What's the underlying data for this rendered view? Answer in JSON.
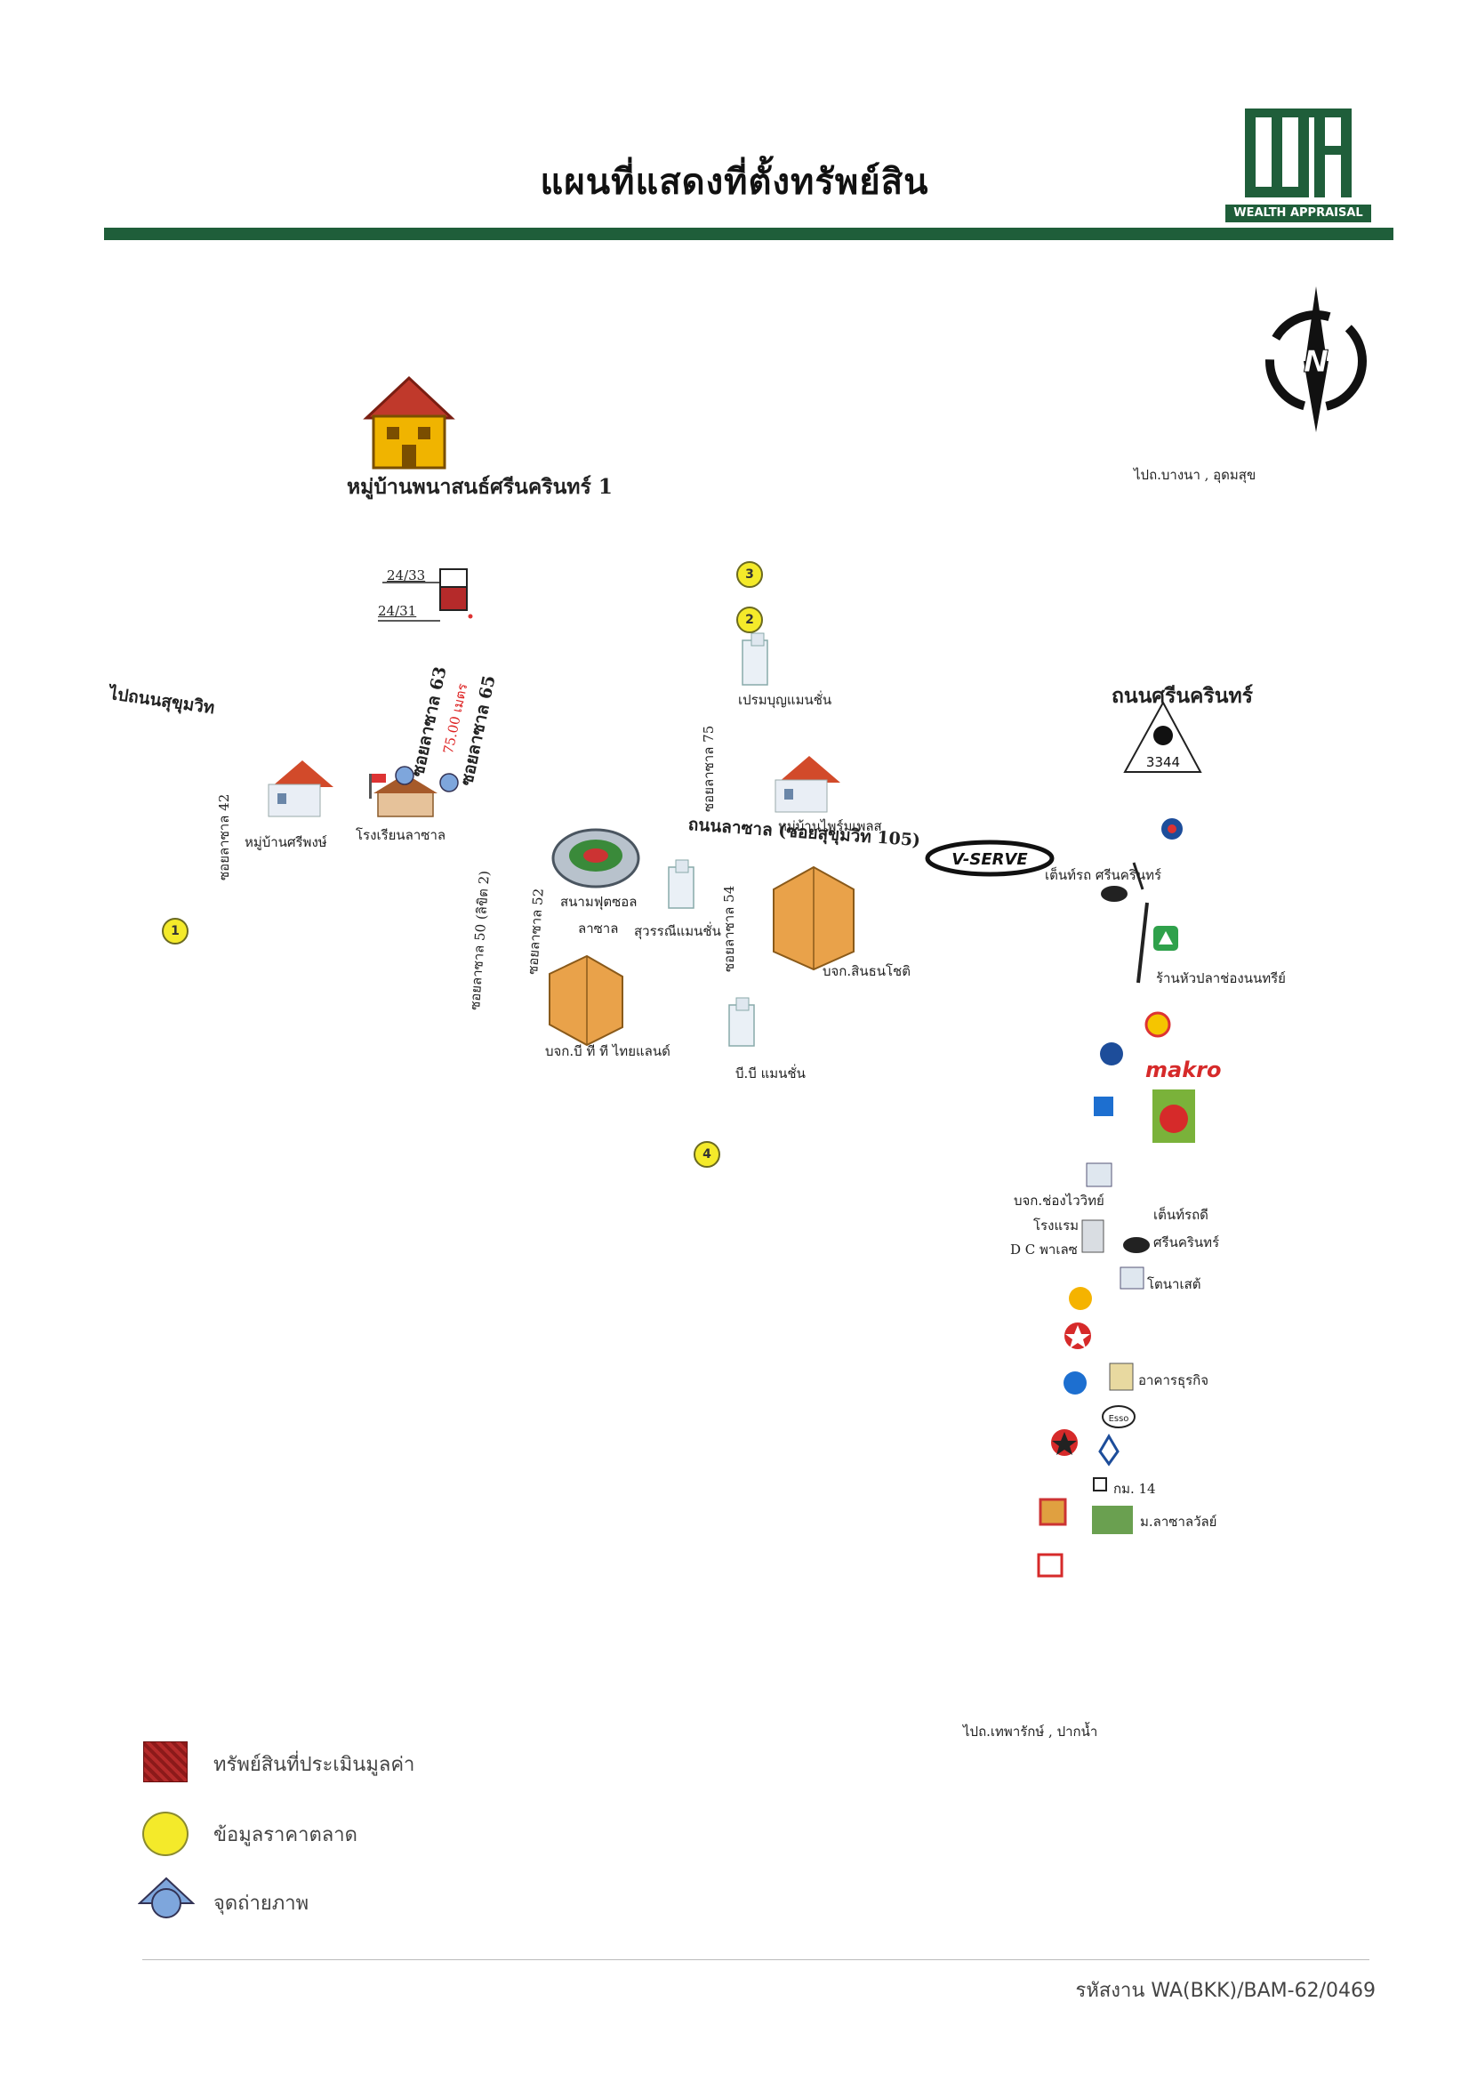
{
  "header": {
    "title": "แผนที่แสดงที่ตั้งทรัพย์สิน",
    "logo_text": "WEALTH APPRAISAL"
  },
  "compass": {
    "letter": "N"
  },
  "map": {
    "labels": {
      "village_pananason": "หมู่บ้านพนาสนธ์ศรีนครินทร์ 1",
      "to_sukhumvit": "ไปถนนสุขุมวิท",
      "to_bangna": "ไปถ.บางนา , อุดมสุข",
      "srinakarin_road": "ถนนศรีนครินทร์",
      "route_number": "3344",
      "lasalle_road": "ถนนลาซาล (ซอยสุขุมวิท 105)",
      "to_theparak": "ไปถ.เทพารักษ์ , ปากน้ำ",
      "soi_42": "ซอยลาซาล 42",
      "soi_63": "ซอยลาซาล 63",
      "soi_65": "ซอยลาซาล 65",
      "distance": "75.00 เมตร",
      "soi_50": "ซอยลาซาล 50 (ลิขิต 2)",
      "soi_52": "ซอยลาซาล 52",
      "soi_54": "ซอยลาซาล 54",
      "soi_75": "ซอยลาซาล 75",
      "plot_top": "24/33",
      "plot_bottom": "24/31",
      "v_serve": "V-SERVE",
      "makro": "makro"
    },
    "places": {
      "village_sripong": "หมู่บ้านศรีพงษ์",
      "lasalle_school": "โรงเรียนลาซาล",
      "stadium_line1": "สนามฟุตซอล",
      "stadium_line2": "ลาซาล",
      "suwan_mansion": "สุวรรณีแมนชั่น",
      "prombun_mansion": "เปรมบุญแมนชั่น",
      "village_primeplace": "หมู่บ้านไพร์มเพลส",
      "sinthanachot": "บจก.สินธนโชติ",
      "bpt_thailand": "บจก.บี ที ที ไทยแลนด์",
      "bb_mansion": "บี.บี แมนชั่น",
      "tent_rod": "เต็นท์รถ ศรีนครินทร์",
      "fish_restaurant": "ร้านหัวปลาช่องนนทรีย์",
      "chong_wiwat": "บจก.ช่องไววิทย์",
      "dc_hotel_line1": "โรงแรม",
      "dc_hotel_line2": "D C พาเลซ",
      "tent_rod2_line1": "เต็นท์รถดี",
      "tent_rod2_line2": "ศรีนครินทร์",
      "honda": "โตนาเสต้",
      "building_jk": "อาคารธุรกิจ",
      "km14": "กม. 14",
      "lasalle_uni": "ม.ลาซาลวัลย์"
    },
    "markers": [
      "1",
      "2",
      "3",
      "4"
    ]
  },
  "legend": {
    "subject": "ทรัพย์สินที่ประเมินมูลค่า",
    "market": "ข้อมูลราคาตลาด",
    "photo": "จุดถ่ายภาพ"
  },
  "footer": {
    "job_code": "รหัสงาน WA(BKK)/BAM-62/0469"
  },
  "colors": {
    "brand_green": "#1f5e3a",
    "subject_red": "#b52a2a",
    "marker_yellow": "#f4ea2a",
    "photo_blue": "#7ea6dc"
  }
}
